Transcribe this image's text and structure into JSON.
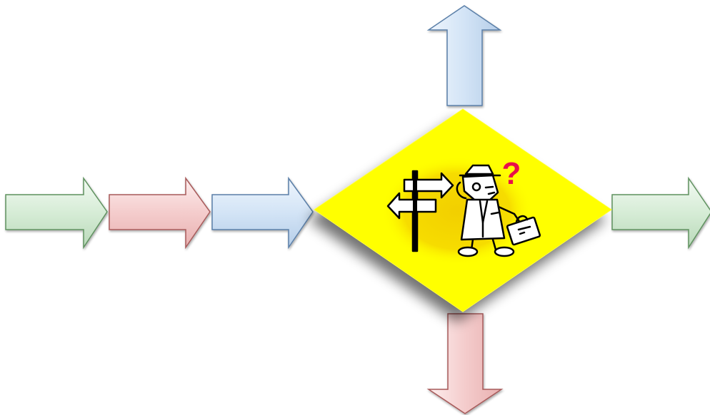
{
  "diagram": {
    "description_free": true,
    "center_symbol": {
      "shape": "diamond",
      "fill": "#ffff00",
      "inner_glow": "#f5d800",
      "question_mark": "?",
      "question_color": "#e8104a"
    },
    "arrows": [
      {
        "id": "arrow-left-1",
        "direction": "right",
        "color": "green"
      },
      {
        "id": "arrow-left-2",
        "direction": "right",
        "color": "red"
      },
      {
        "id": "arrow-left-3",
        "direction": "right",
        "color": "blue"
      },
      {
        "id": "arrow-right",
        "direction": "right",
        "color": "green"
      },
      {
        "id": "arrow-top",
        "direction": "up",
        "color": "blue"
      },
      {
        "id": "arrow-bottom",
        "direction": "down",
        "color": "red"
      }
    ],
    "palette": {
      "green_fill": "#dcefdc",
      "green_stroke": "#5a8f5a",
      "red_fill": "#f6d3d3",
      "red_stroke": "#b05555",
      "blue_fill": "#d8e8f8",
      "blue_stroke": "#5a7fa8"
    }
  }
}
